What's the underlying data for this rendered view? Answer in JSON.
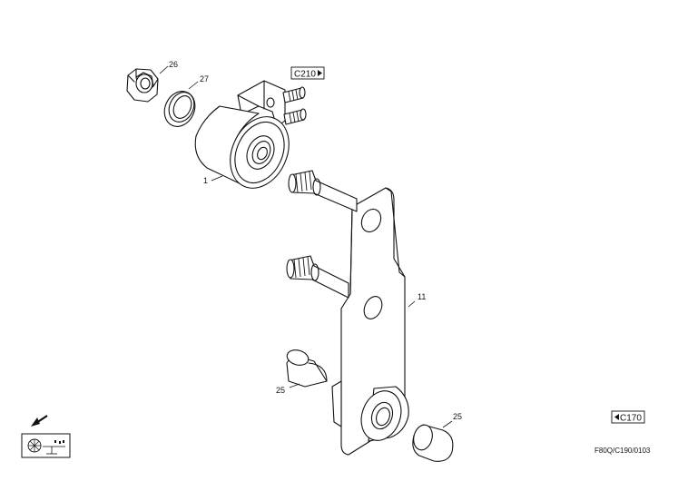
{
  "callouts": {
    "c1": "1",
    "c11": "11",
    "c25a": "25",
    "c25b": "25",
    "c26": "26",
    "c27": "27"
  },
  "refs": {
    "next_page": "C210",
    "prev_page": "C170"
  },
  "drawing_code": "F80Q/C190/0103",
  "icons": {
    "direction": "front-arrow-icon",
    "group": "machine-group-icon"
  }
}
